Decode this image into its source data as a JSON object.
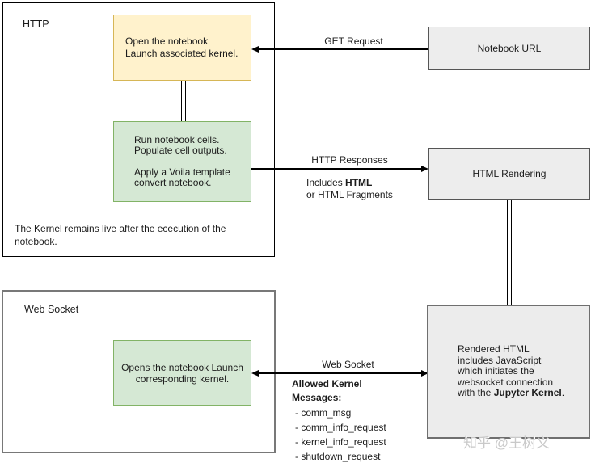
{
  "http_section": {
    "label": "HTTP",
    "open_box": {
      "lines": [
        "Open the notebook",
        "Launch associated kernel."
      ]
    },
    "run_box": {
      "lines": [
        "Run notebook cells.",
        "Populate cell outputs.",
        "",
        "Apply a Voila template",
        "convert notebook."
      ]
    },
    "note": "The Kernel remains live after the ececution of the notebook."
  },
  "websocket_section": {
    "label": "Web Socket",
    "opens_box": {
      "lines": [
        "Opens the notebook Launch",
        "corresponding kernel."
      ]
    }
  },
  "nodes": {
    "notebook_url": "Notebook URL",
    "html_rendering": "HTML Rendering",
    "rendered_html": {
      "lines": [
        "Rendered HTML",
        "includes JavaScript",
        "which initiates the",
        "websocket connection"
      ],
      "last_prefix": "with the ",
      "last_bold": "Jupyter Kernel",
      "last_suffix": "."
    }
  },
  "edges": {
    "get_request": "GET Request",
    "http_responses": "HTTP Responses",
    "includes_prefix": "Includes ",
    "includes_bold": "HTML",
    "includes_line2": "or HTML Fragments",
    "web_socket": "Web Socket",
    "allowed_title_line1": "Allowed Kernel",
    "allowed_title_line2": "Messages:",
    "allowed_items": [
      "- comm_msg",
      "- comm_info_request",
      "- kernel_info_request",
      "- shutdown_request"
    ]
  },
  "watermark": "知乎 @王树义",
  "colors": {
    "yellow_fill": "#fff2cc",
    "yellow_border": "#d6b656",
    "green_fill": "#d5e8d4",
    "green_border": "#82b366",
    "gray_fill": "#ededed",
    "gray_border": "#555555",
    "line": "#000000"
  }
}
